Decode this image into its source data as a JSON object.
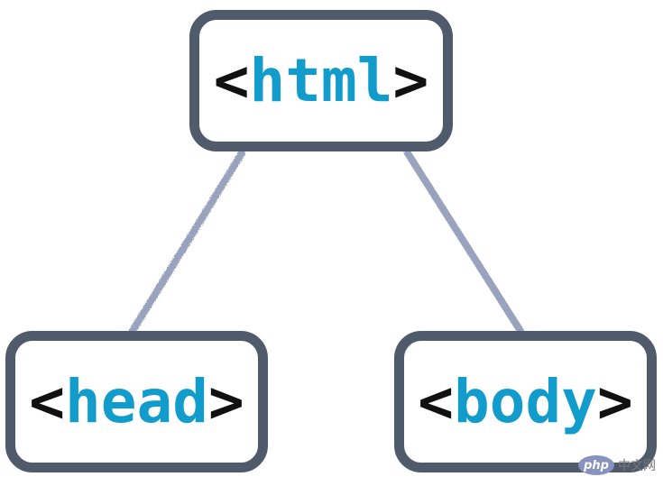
{
  "diagram": {
    "root": {
      "open": "<",
      "name": "html",
      "close": ">"
    },
    "children": [
      {
        "open": "<",
        "name": "head",
        "close": ">"
      },
      {
        "open": "<",
        "name": "body",
        "close": ">"
      }
    ],
    "colors": {
      "border": "#4f5a6b",
      "bracket": "#111111",
      "tag_name": "#119ccc",
      "connector": "#9aa3bd"
    }
  },
  "watermark": {
    "logo": "php",
    "text": "中文网"
  }
}
